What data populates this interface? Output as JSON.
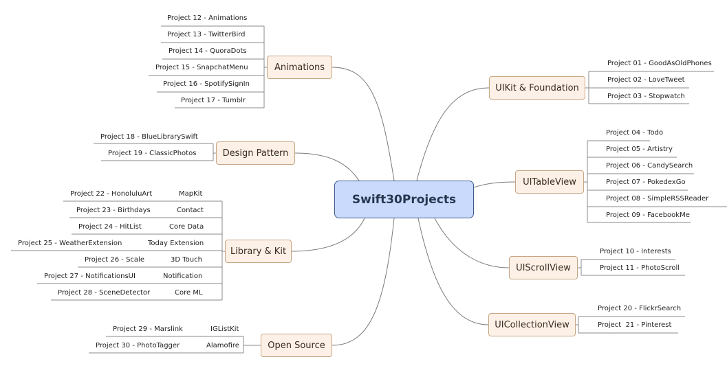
{
  "central": {
    "label": "Swift30Projects"
  },
  "branches": {
    "animations": {
      "label": "Animations",
      "items": [
        {
          "project": "Project 12 - Animations"
        },
        {
          "project": "Project 13 - TwitterBird"
        },
        {
          "project": "Project 14 - QuoraDots"
        },
        {
          "project": "Project 15 - SnapchatMenu"
        },
        {
          "project": "Project 16 - SpotifySignIn"
        },
        {
          "project": "Project 17 - Tumblr"
        }
      ]
    },
    "design_pattern": {
      "label": "Design Pattern",
      "items": [
        {
          "project": "Project 18 - BlueLibrarySwift"
        },
        {
          "project": "Project 19 - ClassicPhotos"
        }
      ]
    },
    "library_kit": {
      "label": "Library & Kit",
      "items": [
        {
          "project": "Project 22 - HonoluluArt",
          "framework": "MapKit"
        },
        {
          "project": "Project 23 - Birthdays",
          "framework": "Contact"
        },
        {
          "project": "Project 24 - HitList",
          "framework": "Core Data"
        },
        {
          "project": "Project 25 - WeatherExtension",
          "framework": "Today Extension"
        },
        {
          "project": "Project 26 - Scale",
          "framework": "3D Touch"
        },
        {
          "project": "Project 27 - NotificationsUI",
          "framework": "Notification"
        },
        {
          "project": "Project 28 - SceneDetector",
          "framework": "Core ML"
        }
      ]
    },
    "open_source": {
      "label": "Open Source",
      "items": [
        {
          "project": "Project 29 - Marslink",
          "framework": "IGListKit"
        },
        {
          "project": "Project 30 - PhotoTagger",
          "framework": "Alamofire"
        }
      ]
    },
    "uikit": {
      "label": "UIKit & Foundation",
      "items": [
        {
          "project": "Project 01 - GoodAsOldPhones"
        },
        {
          "project": "Project 02 - LoveTweet"
        },
        {
          "project": "Project 03 - Stopwatch"
        }
      ]
    },
    "uitableview": {
      "label": "UITableView",
      "items": [
        {
          "project": "Project 04 - Todo"
        },
        {
          "project": "Project 05 - Artistry"
        },
        {
          "project": "Project 06 - CandySearch"
        },
        {
          "project": "Project 07 - PokedexGo"
        },
        {
          "project": "Project 08 - SimpleRSSReader"
        },
        {
          "project": "Project 09 - FacebookMe"
        }
      ]
    },
    "uiscrollview": {
      "label": "UIScrollView",
      "items": [
        {
          "project": "Project 10 - Interests"
        },
        {
          "project": "Project 11 - PhotoScroll"
        }
      ]
    },
    "uicollectionview": {
      "label": "UICollectionView",
      "items": [
        {
          "project": "Project 20 - FlickrSearch"
        },
        {
          "project": "Project  21 - Pinterest"
        }
      ]
    }
  },
  "colors": {
    "central_fill": "#c9dafc",
    "central_border": "#3d5a8c",
    "branch_fill": "#fdf1e7",
    "branch_border": "#c7a584",
    "connector": "#7a7a7a"
  }
}
